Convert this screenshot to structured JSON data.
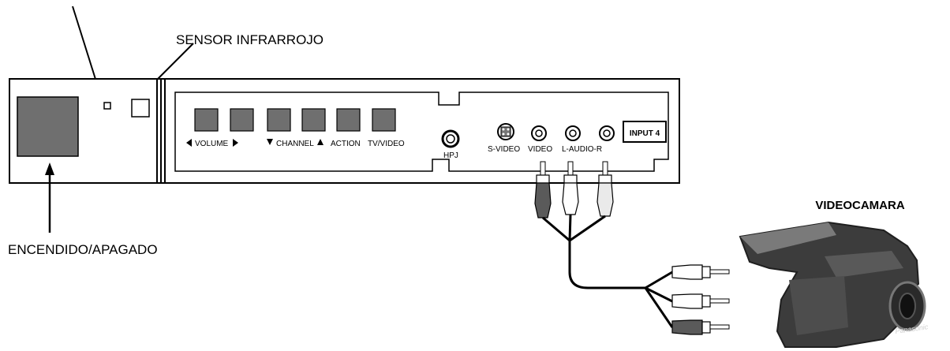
{
  "callouts": {
    "sensor": "SENSOR INFRARROJO",
    "power": "ENCENDIDO/APAGADO",
    "camera": "VIDEOCAMARA"
  },
  "panel": {
    "buttons": [
      "VOLUME",
      "CHANNEL",
      "ACTION",
      "TV/VIDEO"
    ],
    "jacks": {
      "headphone": "HPJ",
      "svideo": "S-VIDEO",
      "video": "VIDEO",
      "audio": "L-AUDIO-R"
    },
    "input_label": "INPUT 4"
  },
  "camera": {
    "brand": "Panasonic"
  },
  "colors": {
    "button_fill": "#6f6f6f",
    "power_fill": "#6f6f6f",
    "plug_dark": "#5a5a5a",
    "plug_light": "#ffffff",
    "camera_body": "#3c3c3c"
  }
}
